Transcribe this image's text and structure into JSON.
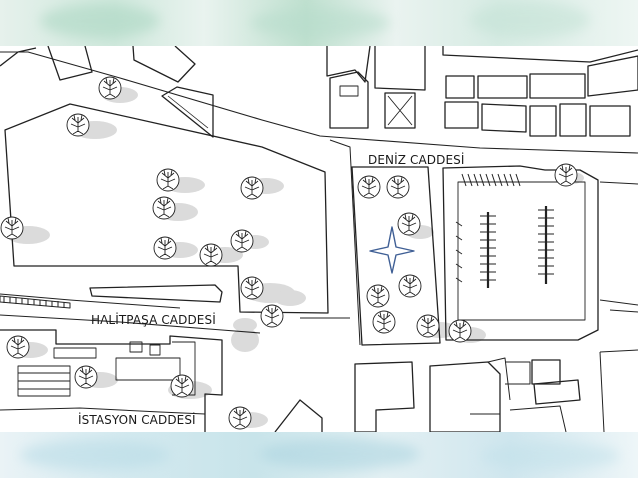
{
  "labels": {
    "deniz": "DENİZ CADDESİ",
    "halitpasa": "HALİTPAŞA CADDESİ",
    "istasyon": "İSTASYON CADDESİ"
  },
  "icons": {
    "focal_point": "four-point-star-icon",
    "tree": "tree-icon"
  },
  "colors": {
    "line": "#222222",
    "star": "#3f5f95",
    "tree_shadow": "#c9c9c9",
    "band_top": "#cfe8dc",
    "band_bottom": "#cfe6ee"
  }
}
